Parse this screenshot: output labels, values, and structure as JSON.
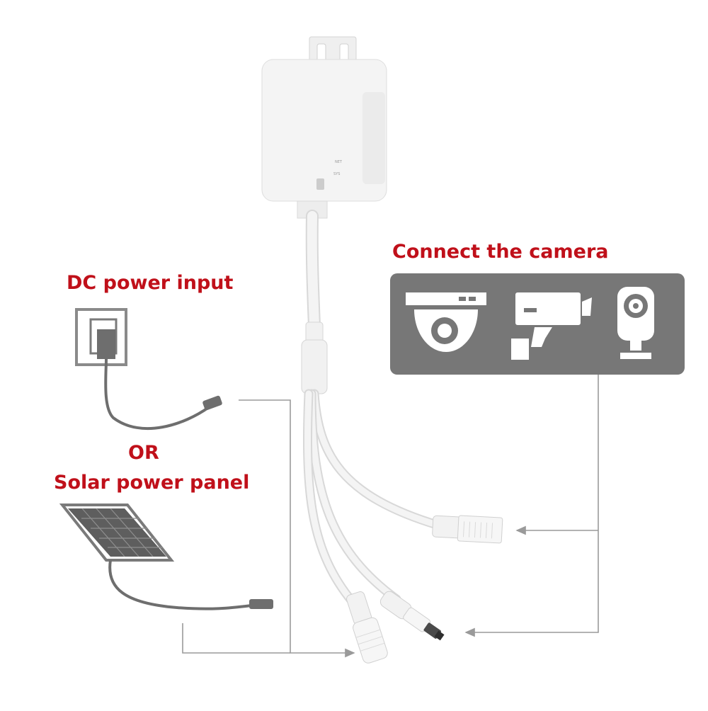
{
  "labels": {
    "dc_power": "DC power input",
    "or": "OR",
    "solar": "Solar power panel",
    "camera": "Connect the camera"
  },
  "device": {
    "led_top": "NET",
    "led_bottom": "SYS"
  },
  "icons": {
    "dome_camera": "dome-camera-icon",
    "bullet_camera": "bullet-camera-icon",
    "indoor_camera": "indoor-camera-icon"
  },
  "colors": {
    "accent": "#c0101a",
    "panel": "#777777",
    "cable": "#f2f2f2",
    "line": "#9a9a9a"
  }
}
